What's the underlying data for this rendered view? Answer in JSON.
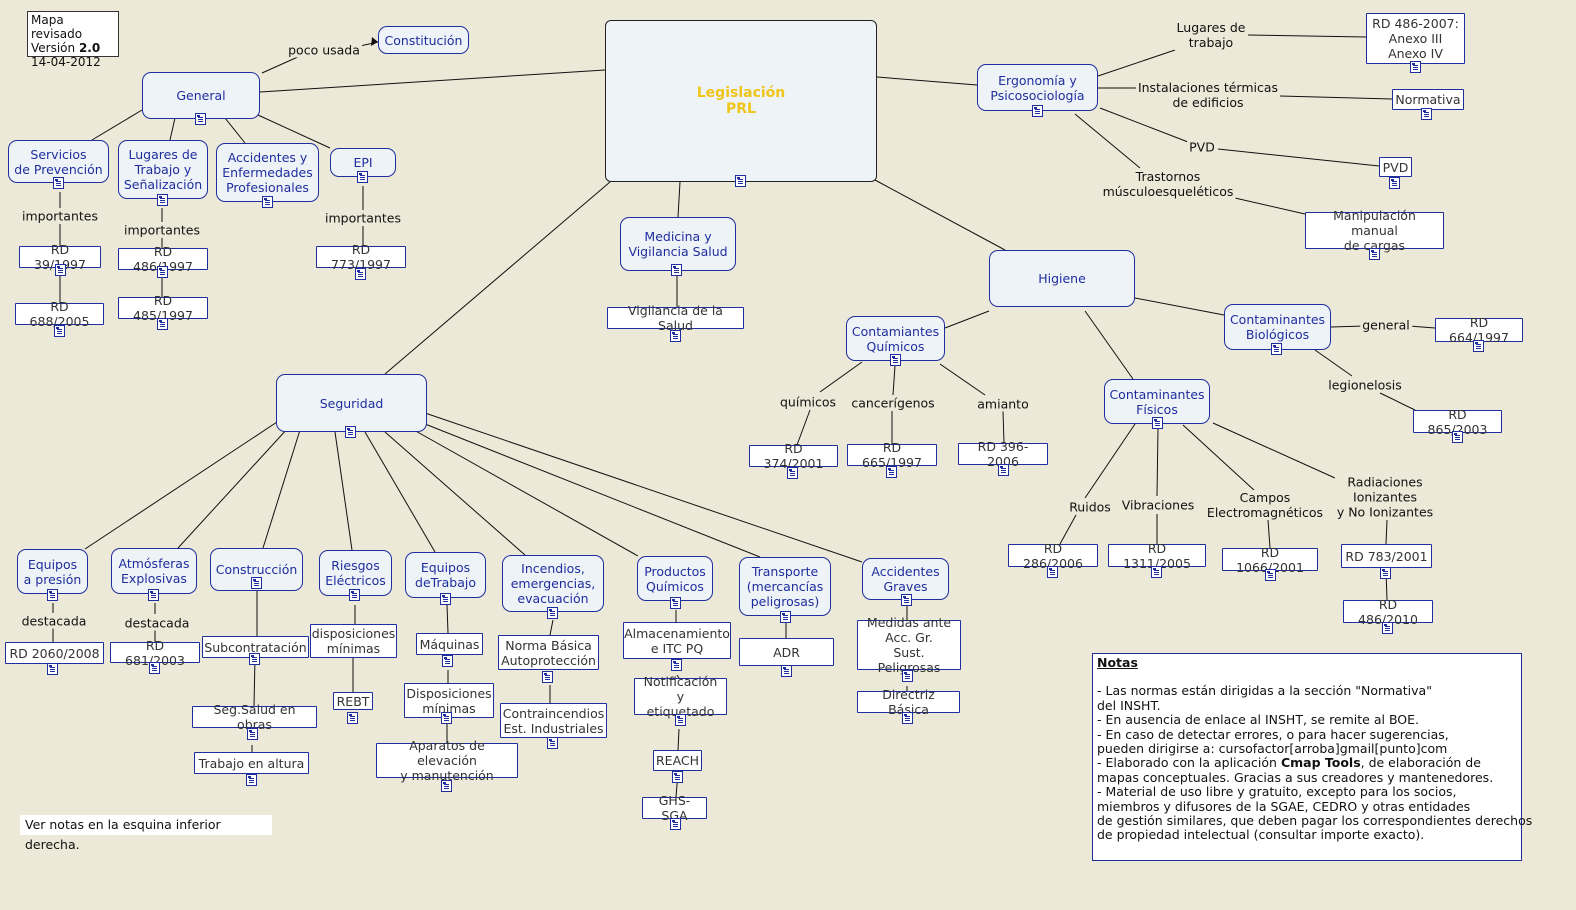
{
  "revision": {
    "line1": "Mapa revisado",
    "line2_prefix": "Versión ",
    "line2_bold": "2.0",
    "line3": "14-04-2012"
  },
  "concepts": {
    "root": "Legislación\nPRL",
    "constitucion": "Constitución",
    "general": "General",
    "servicios_prevencion": "Servicios\nde Prevención",
    "lugares_senalizacion": "Lugares de\nTrabajo y\nSeñalización",
    "accidentes_enfermedades": "Accidentes y\nEnfermedades\nProfesionales",
    "epi": "EPI",
    "medicina": "Medicina y\nVigilancia Salud",
    "vigilancia": "Vigilancia de la Salud",
    "ergonomia": "Ergonomía y\nPsicosociología",
    "rd486_2007": "RD 486-2007:\nAnexo III\nAnexo IV",
    "normativa": "Normativa",
    "pvd": "PVD",
    "manipulacion": "Manipulación manual\nde cargas",
    "higiene": "Higiene",
    "quimicos": "Contamiantes\nQuímicos",
    "biologicos": "Contaminantes\nBiológicos",
    "fisicos": "Contaminantes\nFísicos",
    "seguridad": "Seguridad",
    "equipos_presion": "Equipos\na presión",
    "atmosferas": "Atmósferas\nExplosivas",
    "construccion": "Construcción",
    "riesgos_electricos": "Riesgos\nEléctricos",
    "equipos_trabajo": "Equipos\ndeTrabajo",
    "incendios": "Incendios,\nemergencias,\nevacuación",
    "productos_quimicos": "Productos\nQuímicos",
    "transporte": "Transporte\n(mercancías\npeligrosas)",
    "accidentes_graves": "Accidentes\nGraves"
  },
  "documents": {
    "rd39": "RD 39/1997",
    "rd688": "RD 688/2005",
    "rd486": "RD 486/1997",
    "rd485": "RD 485/1997",
    "rd773": "RD 773/1997",
    "rd374": "RD 374/2001",
    "rd665": "RD 665/1997",
    "rd396": "RD 396-2006",
    "rd664": "RD 664/1997",
    "rd865": "RD 865/2003",
    "rd286": "RD 286/2006",
    "rd1311": "RD 1311/2005",
    "rd1066": "RD 1066/2001",
    "rd783": "RD 783/2001",
    "rd486_2010": "RD 486/2010",
    "rd2060": "RD 2060/2008",
    "rd681": "RD 681/2003",
    "subcontratacion": "Subcontratación",
    "seg_salud": "Seg.Salud en obras",
    "trabajo_altura": "Trabajo en altura",
    "disp_minimas_1": "disposiciones\nmínimas",
    "rebt": "REBT",
    "maquinas": "Máquinas",
    "disp_minimas_2": "Disposiciones\nmínimas",
    "aparatos": "Aparatos de elevación\ny manutención",
    "norma_basica": "Norma Básica\nAutoprotección",
    "contraincendios": "Contraincendios\nEst. Industriales",
    "almacenamiento": "Almacenamiento\ne ITC PQ",
    "notificacion": "Notificación y\netiquetado",
    "reach": "REACH",
    "ghs": "GHS-SGA",
    "adr": "ADR",
    "medidas": "Medidas ante\nAcc. Gr.\nSust. Peligrosas",
    "directriz": "Directriz Básica"
  },
  "links": {
    "poco_usada": "poco usada",
    "importantes_1": "importantes",
    "importantes_2": "importantes",
    "importantes_3": "importantes",
    "lugares_trabajo": "Lugares de\ntrabajo",
    "instalaciones": "Instalaciones térmicas\nde edificios",
    "pvd": "PVD",
    "trastornos": "Trastornos\nmúsculoesqueléticos",
    "quimicos": "químicos",
    "cancerigenos": "cancerígenos",
    "amianto": "amianto",
    "general": "general",
    "legionelosis": "legionelosis",
    "ruidos": "Ruidos",
    "vibraciones": "Vibraciones",
    "campos": "Campos\nElectromagnéticos",
    "radiaciones": "Radiaciones\nIonizantes\ny No Ionizantes",
    "destacada_1": "destacada",
    "destacada_2": "destacada"
  },
  "footer_note": "Ver notas en la esquina inferior derecha.",
  "notes": {
    "title": "Notas",
    "l1": "- Las normas están dirigidas a la sección \"Normativa\"",
    "l2": "del INSHT.",
    "l3": "- En ausencia de enlace al INSHT, se remite al BOE.",
    "l4": "- En caso de detectar errores, o para hacer sugerencias,",
    "l5": "pueden dirigirse a: cursofactor[arroba]gmail[punto]com",
    "l6_a": "- Elaborado con la aplicación ",
    "l6_b": "Cmap Tools",
    "l6_c": ", de elaboración de",
    "l7": "mapas conceptuales. Gracias a sus creadores y mantenedores.",
    "l8": "- Material de uso libre y gratuito, excepto para los socios,",
    "l9": "miembros y difusores de la SGAE, CEDRO y otras entidades",
    "l10": "de gestión similares, que deben pagar los correspondientes derechos",
    "l11": "de propiedad intelectual (consultar importe exacto)."
  },
  "colors": {
    "concept_border": "#1f2e9e",
    "concept_text": "#1f2e9e",
    "root_text": "#f0c419",
    "background": "#ece9d8"
  }
}
